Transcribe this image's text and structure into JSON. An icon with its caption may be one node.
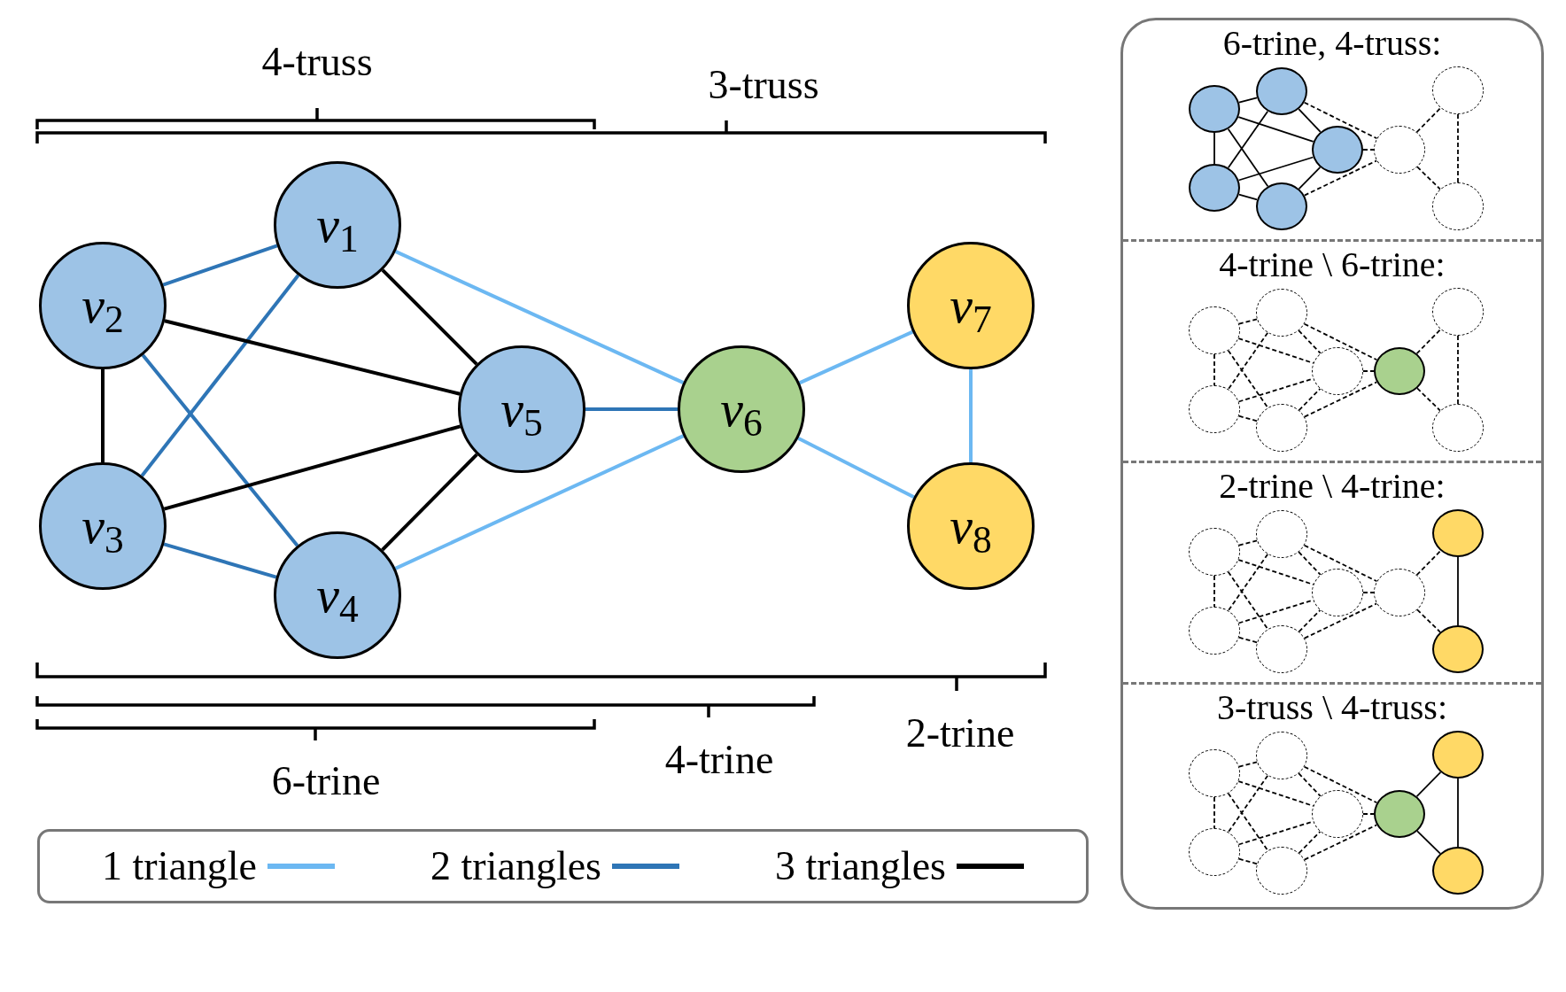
{
  "diagram": {
    "nodes": [
      {
        "text": [
          "*v*$_{1}$"
        ]
      },
      {
        "text": [
          "*v*$_{2}$"
        ]
      },
      {
        "text": [
          "*v*$_{3}$"
        ]
      },
      {
        "text": [
          "*v*$_{4}$"
        ]
      },
      {
        "text": [
          "*v*$_{5}$"
        ]
      },
      {
        "text": [
          "*v*$_{6}$"
        ]
      },
      {
        "text": [
          "*v*$_{7}$"
        ]
      },
      {
        "text": [
          "*v*$_{8}$"
        ]
      },
      {
        "text": [],
        "shape": "box"
      },
      {
        "text": [
          "6-trine, 4-truss:"
        ],
        "in": 8
      },
      {
        "text": [
          "4-trine \\ 6-trine:"
        ],
        "in": 8
      },
      {
        "text": [
          "2-trine \\ 4-trine:"
        ],
        "in": 8
      },
      {
        "text": [
          "3-truss \\ 4-truss:"
        ],
        "in": 8
      },
      {
        "text": [],
        "shape": "circle",
        "in": 9
      },
      {
        "text": [],
        "shape": "circle",
        "in": 9
      },
      {
        "text": [],
        "shape": "circle",
        "in": 9
      },
      {
        "text": [],
        "shape": "circle",
        "in": 9
      },
      {
        "text": [],
        "shape": "circle",
        "in": 9
      },
      {
        "text": [],
        "shape": "circle",
        "in": 9
      },
      {
        "text": [],
        "shape": "circle",
        "in": 9
      },
      {
        "text": [],
        "shape": "circle",
        "in": 9
      },
      {
        "text": [],
        "shape": "circle",
        "in": 10
      },
      {
        "text": [],
        "shape": "circle",
        "in": 10
      },
      {
        "text": [],
        "shape": "circle",
        "in": 10
      },
      {
        "text": [],
        "shape": "circle",
        "in": 10
      },
      {
        "text": [],
        "shape": "circle",
        "in": 10
      },
      {
        "text": [],
        "shape": "circle",
        "in": 10
      },
      {
        "text": [],
        "shape": "circle",
        "in": 10
      },
      {
        "text": [],
        "shape": "circle",
        "in": 10
      },
      {
        "text": [],
        "shape": "circle",
        "in": 11
      },
      {
        "text": [],
        "shape": "circle",
        "in": 11
      },
      {
        "text": [],
        "shape": "circle",
        "in": 11
      },
      {
        "text": [],
        "shape": "circle",
        "in": 11
      },
      {
        "text": [],
        "shape": "circle",
        "in": 11
      },
      {
        "text": [],
        "shape": "circle",
        "in": 11
      },
      {
        "text": [],
        "shape": "circle",
        "in": 11
      },
      {
        "text": [],
        "shape": "circle",
        "in": 11
      },
      {
        "text": [],
        "shape": "circle",
        "in": 12
      },
      {
        "text": [],
        "shape": "circle",
        "in": 12
      },
      {
        "text": [],
        "shape": "circle",
        "in": 12
      },
      {
        "text": [],
        "shape": "circle",
        "in": 12
      },
      {
        "text": [],
        "shape": "circle",
        "in": 12
      },
      {
        "text": [],
        "shape": "circle",
        "in": 12
      },
      {
        "text": [],
        "shape": "circle",
        "in": 12
      },
      {
        "text": [],
        "shape": "circle",
        "in": 12
      }
    ],
    "edges": [
      {
        "from": 0,
        "to": 1,
        "arrow": "none",
        "color": "#2e75b6"
      },
      {
        "from": 0,
        "to": 2,
        "arrow": "none",
        "color": "#2e75b6"
      },
      {
        "from": 0,
        "to": 4,
        "arrow": "none",
        "color": "#000000"
      },
      {
        "from": 0,
        "to": 5,
        "arrow": "none",
        "color": "#6cb8f2"
      },
      {
        "from": 1,
        "to": 4,
        "arrow": "none",
        "color": "#000000"
      },
      {
        "from": 1,
        "to": 2,
        "arrow": "none",
        "color": "#000000"
      },
      {
        "from": 1,
        "to": 3,
        "arrow": "none",
        "color": "#2e75b6"
      },
      {
        "from": 2,
        "to": 4,
        "arrow": "none",
        "color": "#000000"
      },
      {
        "from": 2,
        "to": 3,
        "arrow": "none",
        "color": "#2e75b6"
      },
      {
        "from": 3,
        "to": 4,
        "arrow": "none",
        "color": "#000000"
      },
      {
        "from": 3,
        "to": 5,
        "arrow": "none",
        "color": "#6cb8f2"
      },
      {
        "from": 4,
        "to": 5,
        "arrow": "none",
        "color": "#2e75b6"
      },
      {
        "from": 5,
        "to": 6,
        "arrow": "none",
        "color": "#6cb8f2"
      },
      {
        "from": 5,
        "to": 7,
        "arrow": "none",
        "color": "#6cb8f2"
      },
      {
        "from": 6,
        "to": 7,
        "arrow": "none",
        "color": "#6cb8f2"
      },
      {
        "from": 13,
        "to": 14,
        "arrow": "none"
      },
      {
        "from": 13,
        "to": 15,
        "arrow": "none"
      },
      {
        "from": 13,
        "to": 17,
        "arrow": "none"
      },
      {
        "from": 13,
        "to": 18,
        "arrow": "none",
        "style": "dashed"
      },
      {
        "from": 14,
        "to": 17,
        "arrow": "none"
      },
      {
        "from": 14,
        "to": 15,
        "arrow": "none"
      },
      {
        "from": 14,
        "to": 16,
        "arrow": "none"
      },
      {
        "from": 15,
        "to": 17,
        "arrow": "none"
      },
      {
        "from": 15,
        "to": 16,
        "arrow": "none"
      },
      {
        "from": 16,
        "to": 17,
        "arrow": "none"
      },
      {
        "from": 16,
        "to": 18,
        "arrow": "none",
        "style": "dashed"
      },
      {
        "from": 17,
        "to": 18,
        "arrow": "none",
        "style": "dashed"
      },
      {
        "from": 18,
        "to": 19,
        "arrow": "none",
        "style": "dashed"
      },
      {
        "from": 18,
        "to": 20,
        "arrow": "none",
        "style": "dashed"
      },
      {
        "from": 19,
        "to": 20,
        "arrow": "none",
        "style": "dashed"
      },
      {
        "from": 21,
        "to": 22,
        "arrow": "none",
        "style": "dashed"
      },
      {
        "from": 21,
        "to": 23,
        "arrow": "none",
        "style": "dashed"
      },
      {
        "from": 21,
        "to": 25,
        "arrow": "none",
        "style": "dashed"
      },
      {
        "from": 21,
        "to": 26,
        "arrow": "none",
        "style": "dashed"
      },
      {
        "from": 22,
        "to": 25,
        "arrow": "none",
        "style": "dashed"
      },
      {
        "from": 22,
        "to": 23,
        "arrow": "none",
        "style": "dashed"
      },
      {
        "from": 22,
        "to": 24,
        "arrow": "none",
        "style": "dashed"
      },
      {
        "from": 23,
        "to": 25,
        "arrow": "none",
        "style": "dashed"
      },
      {
        "from": 23,
        "to": 24,
        "arrow": "none",
        "style": "dashed"
      },
      {
        "from": 24,
        "to": 25,
        "arrow": "none",
        "style": "dashed"
      },
      {
        "from": 24,
        "to": 26,
        "arrow": "none",
        "style": "dashed"
      },
      {
        "from": 25,
        "to": 26,
        "arrow": "none",
        "style": "dashed"
      },
      {
        "from": 26,
        "to": 27,
        "arrow": "none",
        "style": "dashed"
      },
      {
        "from": 26,
        "to": 28,
        "arrow": "none",
        "style": "dashed"
      },
      {
        "from": 27,
        "to": 28,
        "arrow": "none",
        "style": "dashed"
      },
      {
        "from": 29,
        "to": 30,
        "arrow": "none",
        "style": "dashed"
      },
      {
        "from": 29,
        "to": 31,
        "arrow": "none",
        "style": "dashed"
      },
      {
        "from": 29,
        "to": 33,
        "arrow": "none",
        "style": "dashed"
      },
      {
        "from": 29,
        "to": 34,
        "arrow": "none",
        "style": "dashed"
      },
      {
        "from": 30,
        "to": 33,
        "arrow": "none",
        "style": "dashed"
      },
      {
        "from": 30,
        "to": 31,
        "arrow": "none",
        "style": "dashed"
      },
      {
        "from": 30,
        "to": 32,
        "arrow": "none",
        "style": "dashed"
      },
      {
        "from": 31,
        "to": 33,
        "arrow": "none",
        "style": "dashed"
      },
      {
        "from": 31,
        "to": 32,
        "arrow": "none",
        "style": "dashed"
      },
      {
        "from": 32,
        "to": 33,
        "arrow": "none",
        "style": "dashed"
      },
      {
        "from": 32,
        "to": 34,
        "arrow": "none",
        "style": "dashed"
      },
      {
        "from": 33,
        "to": 34,
        "arrow": "none",
        "style": "dashed"
      },
      {
        "from": 34,
        "to": 35,
        "arrow": "none",
        "style": "dashed"
      },
      {
        "from": 34,
        "to": 36,
        "arrow": "none",
        "style": "dashed"
      },
      {
        "from": 35,
        "to": 36,
        "arrow": "none"
      },
      {
        "from": 37,
        "to": 38,
        "arrow": "none",
        "style": "dashed"
      },
      {
        "from": 37,
        "to": 39,
        "arrow": "none",
        "style": "dashed"
      },
      {
        "from": 37,
        "to": 41,
        "arrow": "none",
        "style": "dashed"
      },
      {
        "from": 37,
        "to": 42,
        "arrow": "none",
        "style": "dashed"
      },
      {
        "from": 38,
        "to": 41,
        "arrow": "none",
        "style": "dashed"
      },
      {
        "from": 38,
        "to": 39,
        "arrow": "none",
        "style": "dashed"
      },
      {
        "from": 38,
        "to": 40,
        "arrow": "none",
        "style": "dashed"
      },
      {
        "from": 39,
        "to": 41,
        "arrow": "none",
        "style": "dashed"
      },
      {
        "from": 39,
        "to": 40,
        "arrow": "none",
        "style": "dashed"
      },
      {
        "from": 40,
        "to": 41,
        "arrow": "none",
        "style": "dashed"
      },
      {
        "from": 40,
        "to": 42,
        "arrow": "none",
        "style": "dashed"
      },
      {
        "from": 41,
        "to": 42,
        "arrow": "none",
        "style": "dashed"
      },
      {
        "from": 42,
        "to": 43,
        "arrow": "none"
      },
      {
        "from": 42,
        "to": 44,
        "arrow": "none"
      },
      {
        "from": 43,
        "to": 44,
        "arrow": "none"
      }
    ],
    "labels": [
      "4-truss",
      "3-truss",
      "2-trine",
      "4-trine",
      "6-trine"
    ],
    "legend": [
      {
        "text": "1 triangle",
        "color": "#6cb8f2"
      },
      {
        "text": "2 triangles",
        "color": "#2e75b6"
      },
      {
        "text": "3 triangles",
        "color": "#000000"
      }
    ]
  }
}
